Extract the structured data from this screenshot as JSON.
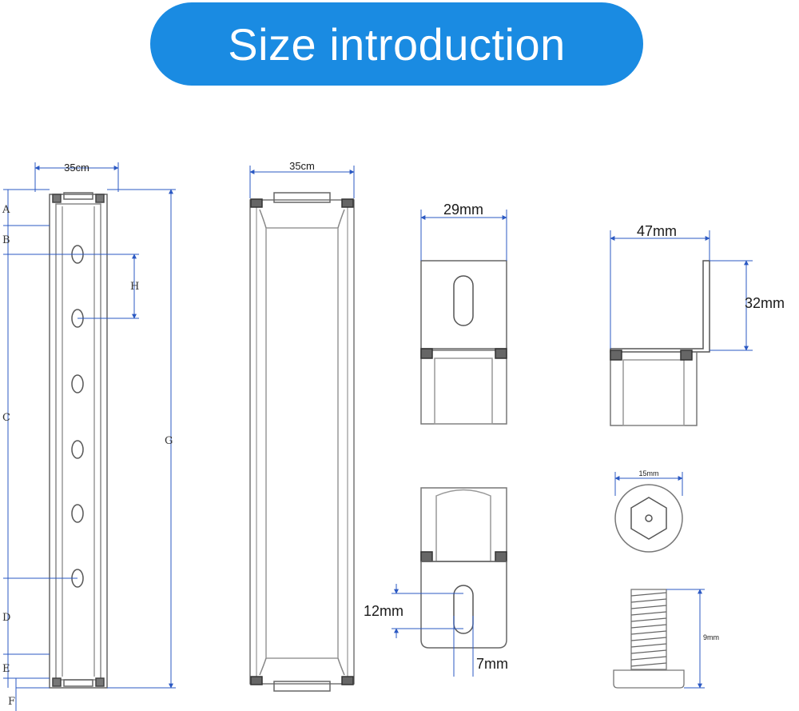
{
  "banner": {
    "title": "Size introduction"
  },
  "dimensions": {
    "rail_width_left": "35cm",
    "rail_width_middle": "35cm",
    "bracket_width": "29mm",
    "bracket_l_width": "47mm",
    "bracket_l_height": "32mm",
    "hex_diameter": "15mm",
    "slot_height": "12mm",
    "slot_width": "7mm",
    "screw_length": "9mm"
  },
  "letters": {
    "A": "A",
    "B": "B",
    "C": "C",
    "D": "D",
    "E": "E",
    "F": "F",
    "G": "G",
    "H": "H"
  },
  "colors": {
    "banner": "#1a8be2",
    "dimension_line": "#2b59c3",
    "outline": "#555555"
  }
}
